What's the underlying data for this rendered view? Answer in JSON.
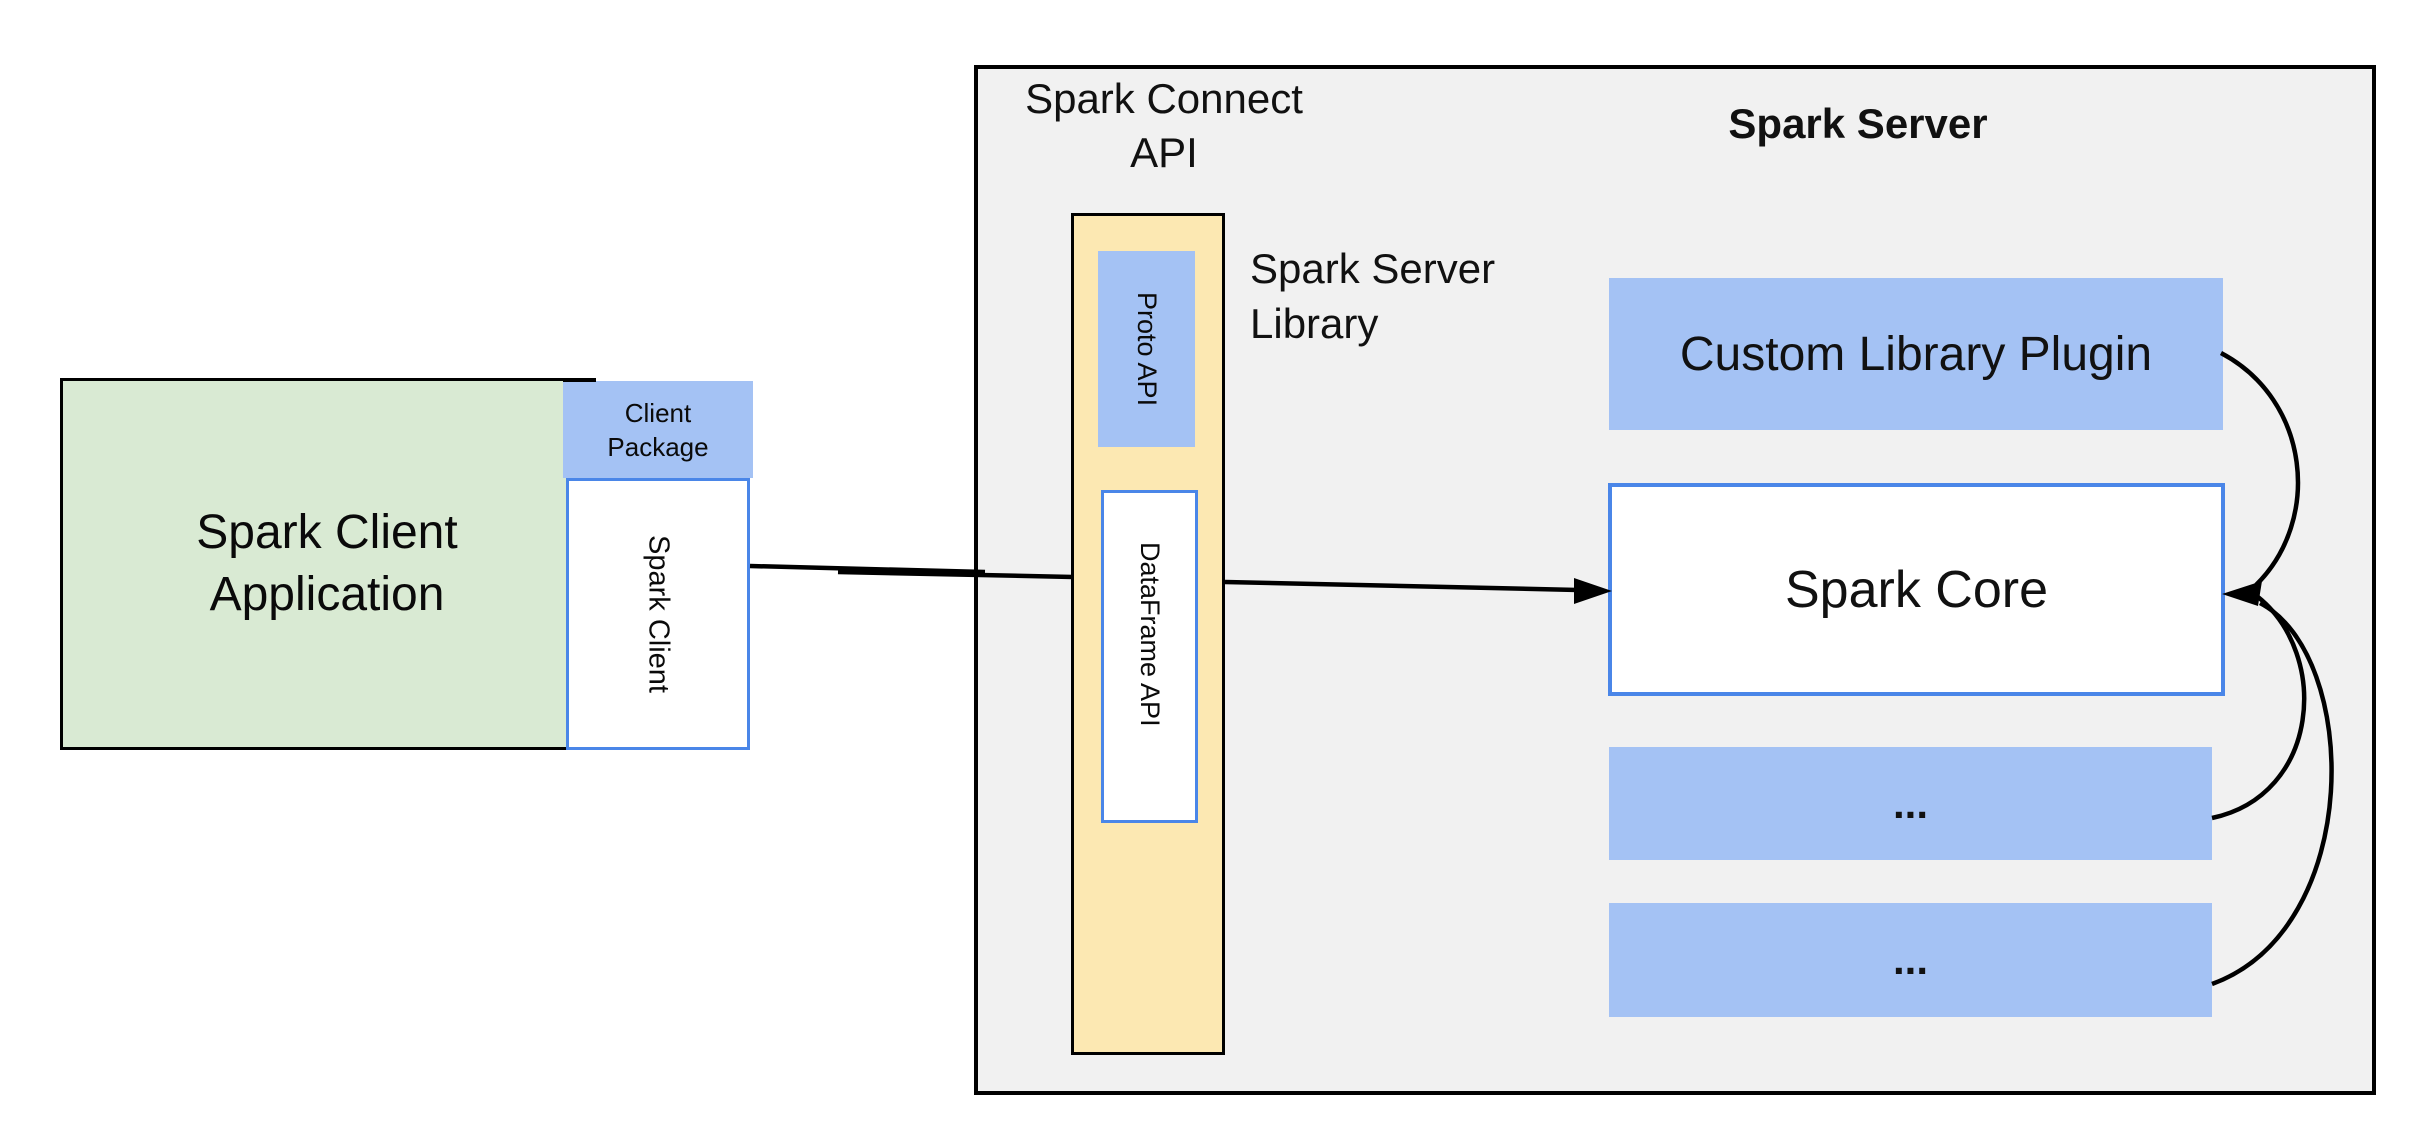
{
  "client": {
    "app_line1": "Spark Client",
    "app_line2": "Application",
    "package_line1": "Client",
    "package_line2": "Package",
    "spark_client": "Spark Client"
  },
  "server": {
    "connect_api_line1": "Spark Connect",
    "connect_api_line2": "API",
    "title": "Spark Server",
    "proto_api": "Proto API",
    "dataframe_api": "DataFrame API",
    "library_line1": "Spark Server",
    "library_line2": "Library",
    "plugin": "Custom Library Plugin",
    "core": "Spark Core",
    "ellipsis_1": "...",
    "ellipsis_2": "..."
  },
  "colors": {
    "green": "#d9ead3",
    "blue": "#a4c2f4",
    "tan": "#fce8b2",
    "blue_border": "#4a86e8",
    "gray": "#f1f1f1",
    "black": "#000000"
  }
}
